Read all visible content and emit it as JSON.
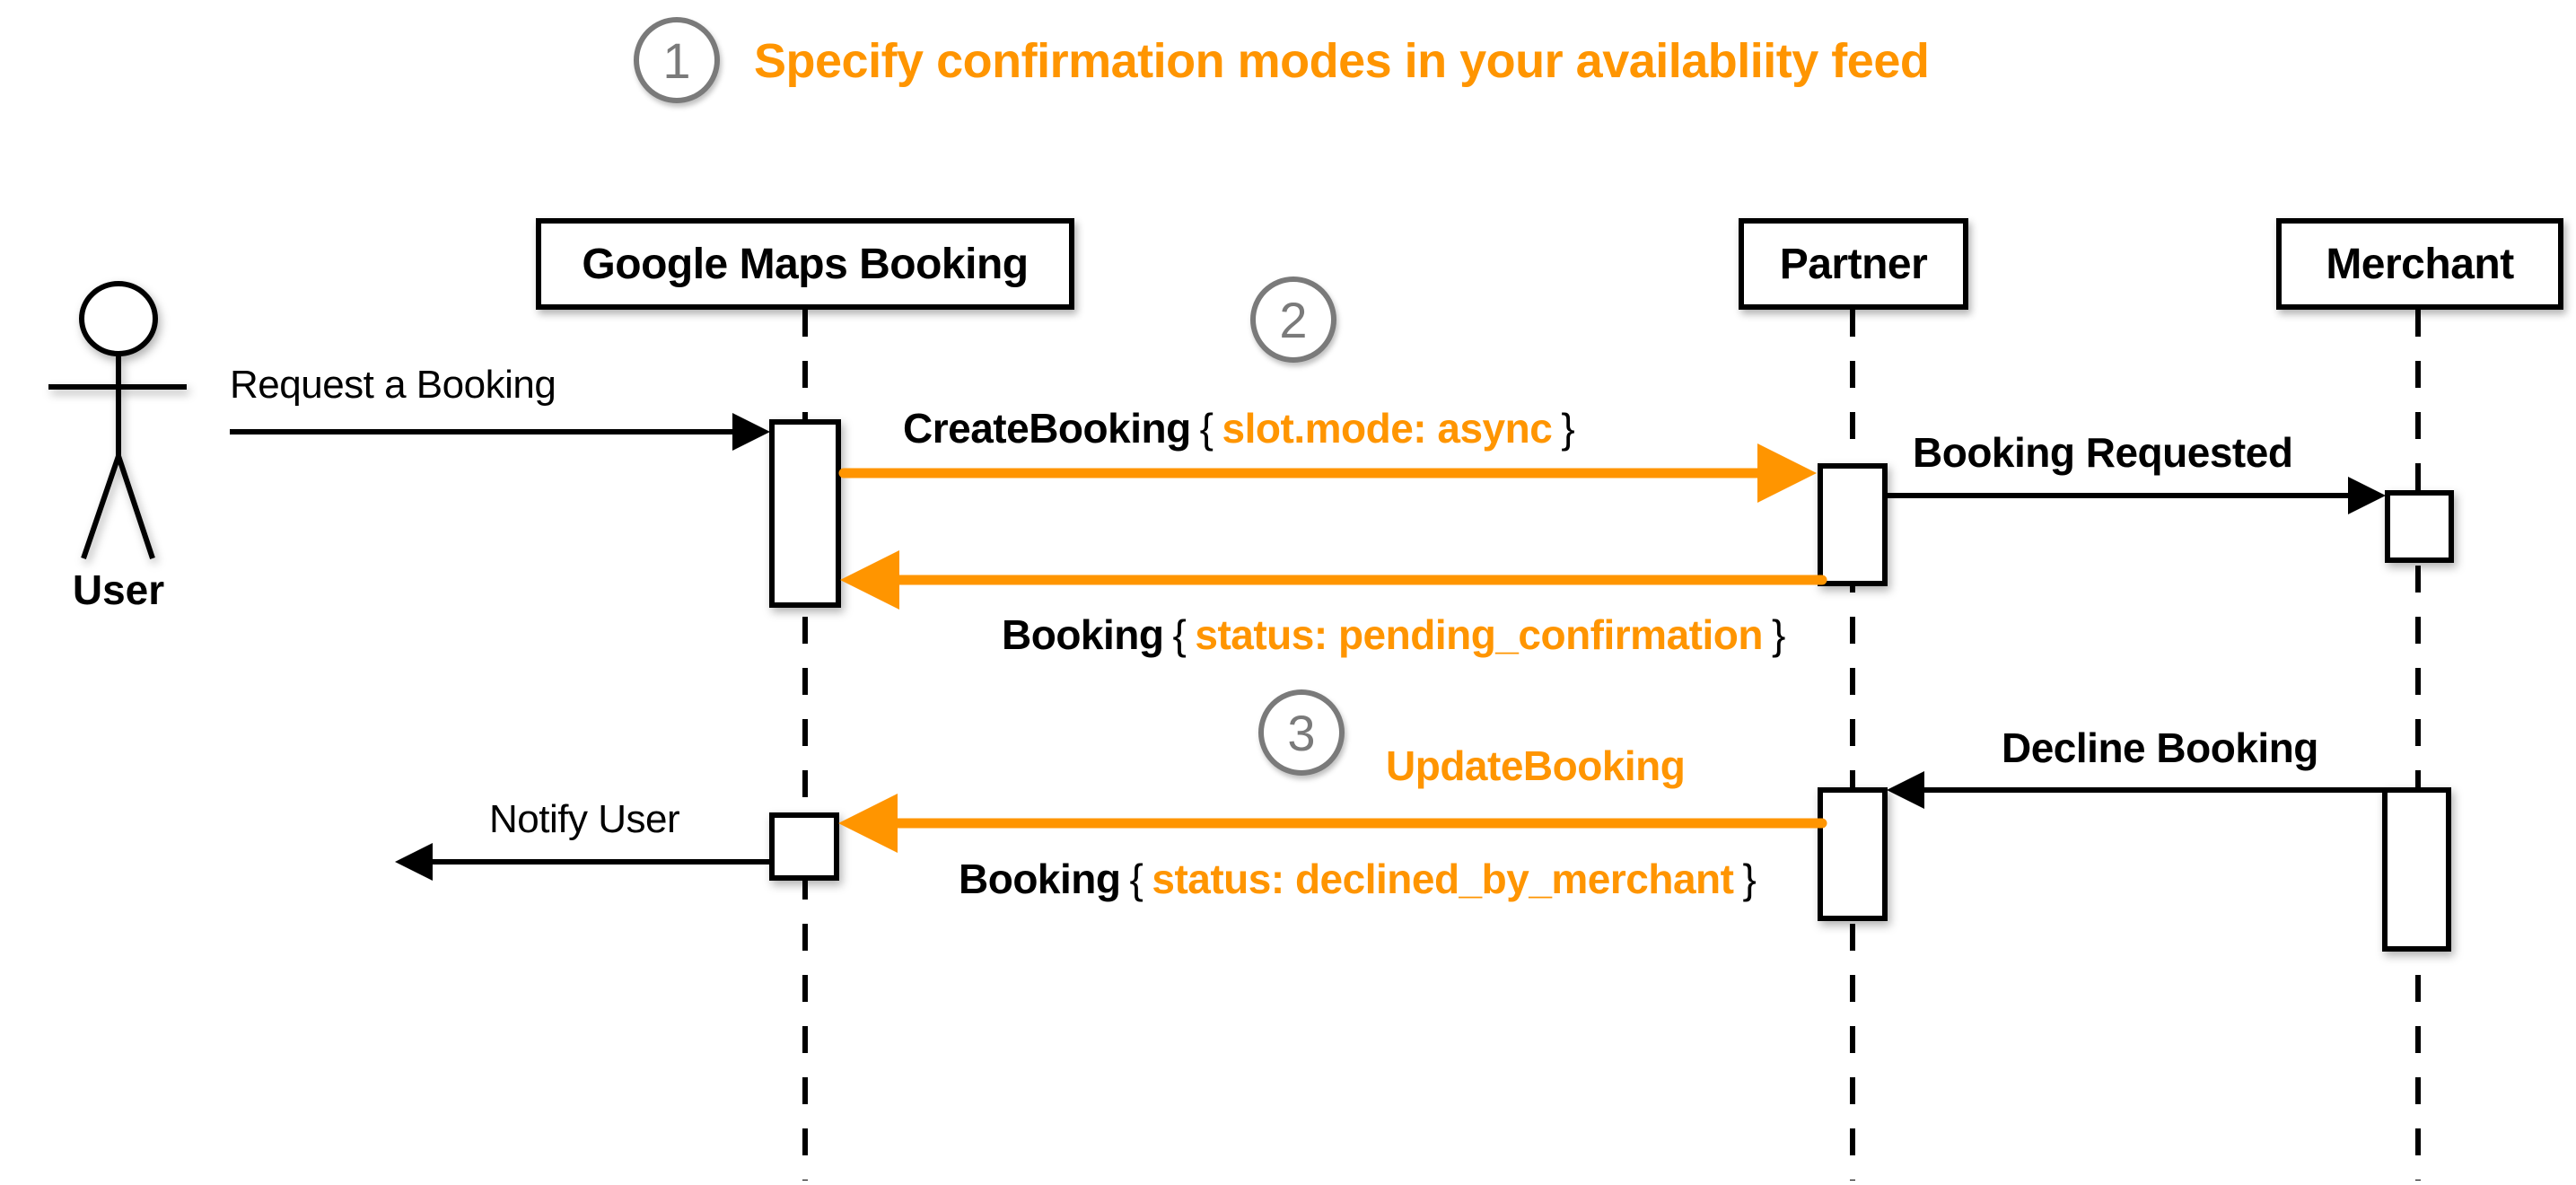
{
  "title": "Specify confirmation modes in your availabliity feed",
  "colors": {
    "orange": "#FF9500",
    "gray": "#7A7A7A",
    "black": "#000000"
  },
  "steps": [
    {
      "number": "1",
      "label": "Specify confirmation modes in your availabliity feed"
    },
    {
      "number": "2",
      "label": ""
    },
    {
      "number": "3",
      "label": ""
    }
  ],
  "actors": {
    "user": {
      "label": "User"
    },
    "google": {
      "label": "Google Maps Booking"
    },
    "partner": {
      "label": "Partner"
    },
    "merchant": {
      "label": "Merchant"
    }
  },
  "messages": {
    "request_booking": {
      "text": "Request a Booking"
    },
    "create_booking": {
      "bold": "CreateBooking",
      "brace_open": "{",
      "params": "slot.mode: async",
      "brace_close": "}"
    },
    "booking_requested": {
      "text": "Booking Requested"
    },
    "booking_pending": {
      "bold": "Booking",
      "brace_open": "{",
      "params": "status: pending_confirmation",
      "brace_close": "}"
    },
    "update_booking": {
      "text": "UpdateBooking"
    },
    "booking_declined": {
      "bold": "Booking",
      "brace_open": "{",
      "params": "status: declined_by_merchant",
      "brace_close": "}"
    },
    "notify_user": {
      "text": "Notify User"
    },
    "decline_booking": {
      "text": "Decline Booking"
    }
  }
}
